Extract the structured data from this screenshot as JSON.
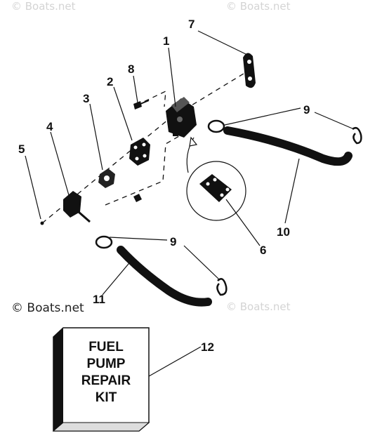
{
  "callouts": {
    "c1": "1",
    "c2": "2",
    "c3": "3",
    "c4": "4",
    "c5": "5",
    "c6": "6",
    "c7": "7",
    "c8": "8",
    "c9a": "9",
    "c9b": "9",
    "c10": "10",
    "c11": "11",
    "c12": "12"
  },
  "watermarks": {
    "top_left": "© Boats.net",
    "top_right": "© Boats.net",
    "mid_left": "© Boats.net",
    "mid_right": "© Boats.net"
  },
  "kit_box": {
    "line1": "FUEL",
    "line2": "PUMP",
    "line3": "REPAIR",
    "line4": "KIT"
  }
}
